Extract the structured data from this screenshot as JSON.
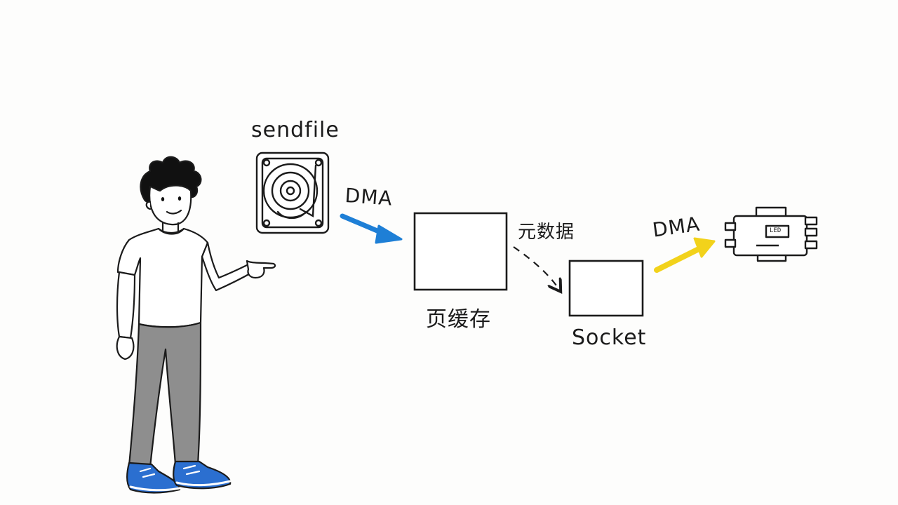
{
  "labels": {
    "sendfile": "sendfile",
    "dma_disk_to_cache": "DMA",
    "metadata": "元数据",
    "page_cache": "页缓存",
    "socket": "Socket",
    "dma_socket_to_nic": "DMA",
    "nic_led": "LED"
  },
  "colors": {
    "ink": "#1b1b1b",
    "arrow_disk_to_cache": "#1e7fd6",
    "arrow_socket_to_nic": "#f2d21b",
    "shoes": "#2b6fd0",
    "pants": "#8e8e8e",
    "background": "#fdfdfc"
  },
  "icons": {
    "disk": "hard-drive-icon",
    "nic": "network-card-icon",
    "person": "person-illustration"
  }
}
